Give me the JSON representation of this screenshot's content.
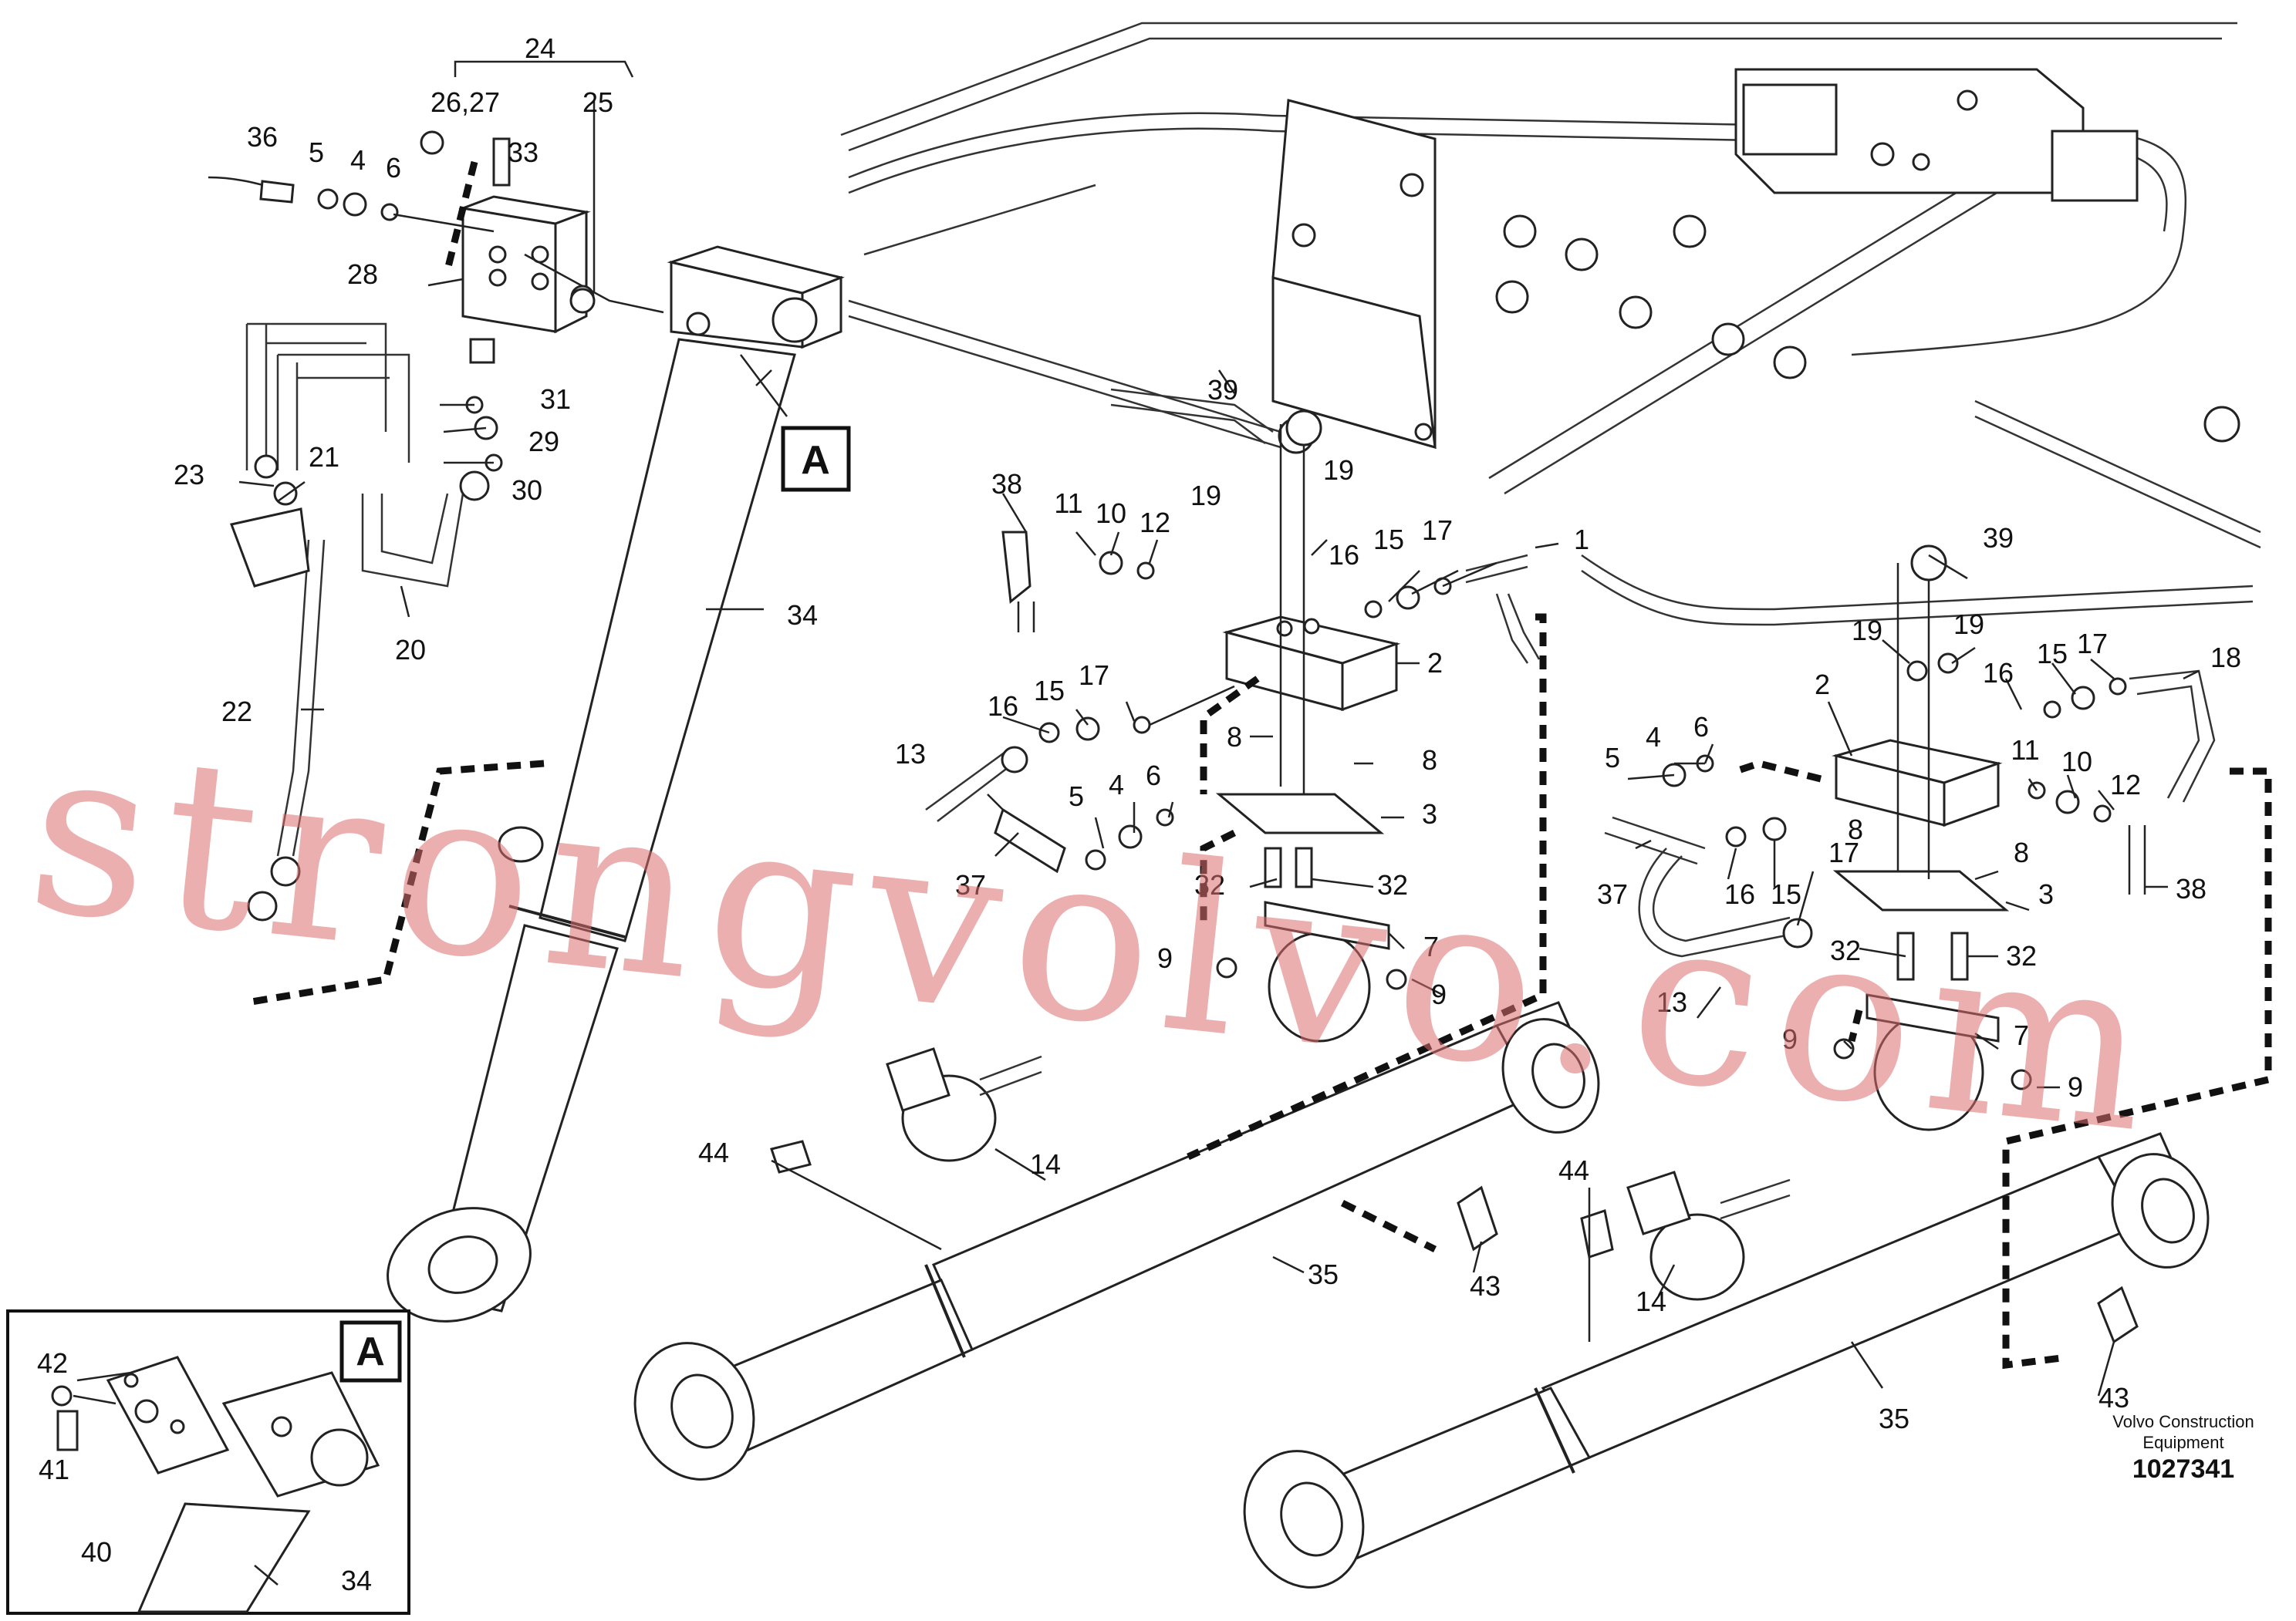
{
  "callouts_left": [
    "24",
    "26,27",
    "25",
    "36",
    "5",
    "4",
    "6",
    "33",
    "28",
    "21",
    "23",
    "31",
    "29",
    "30",
    "20",
    "22",
    "34"
  ],
  "callouts_center": [
    "39",
    "19",
    "38",
    "11",
    "10",
    "12",
    "19",
    "16",
    "15",
    "17",
    "1",
    "2",
    "16",
    "15",
    "17",
    "13",
    "8",
    "8",
    "3",
    "5",
    "4",
    "6",
    "37",
    "32",
    "32",
    "7",
    "9",
    "9",
    "14",
    "44",
    "35",
    "43"
  ],
  "callouts_right": [
    "39",
    "19",
    "19",
    "2",
    "15",
    "17",
    "18",
    "16",
    "5",
    "4",
    "6",
    "11",
    "10",
    "12",
    "8",
    "17",
    "8",
    "37",
    "16",
    "15",
    "3",
    "13",
    "32",
    "32",
    "38",
    "9",
    "7",
    "9",
    "44",
    "14",
    "35",
    "43"
  ],
  "callouts_inset": [
    "42",
    "41",
    "40",
    "34"
  ],
  "detail_marker": "A",
  "brand_line1": "Volvo Construction",
  "brand_line2": "Equipment",
  "drawing_number": "1027341",
  "watermark": "strongvolvo.com"
}
